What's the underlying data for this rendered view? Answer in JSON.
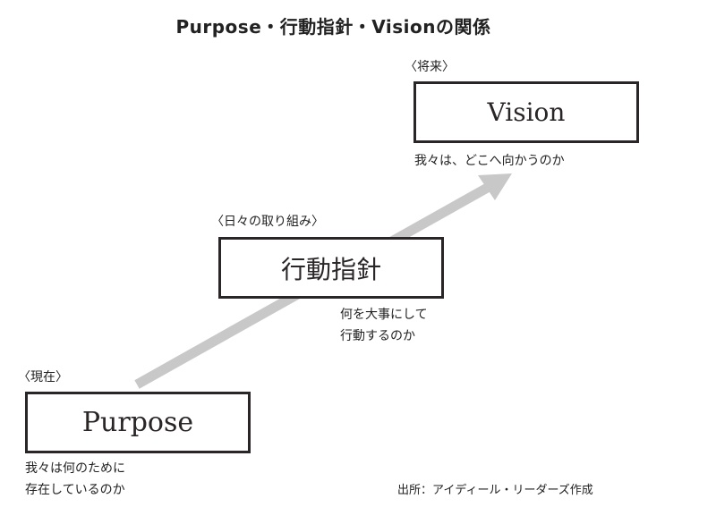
{
  "title": "Purpose・行動指針・Visionの関係",
  "stages": {
    "vision": {
      "tag": "〈将来〉",
      "label": "Vision",
      "description": "我々は、どこへ向かうのか"
    },
    "action": {
      "tag": "〈日々の取り組み〉",
      "label": "行動指針",
      "description_lines": [
        "何を大事にして",
        "行動するのか"
      ]
    },
    "purpose": {
      "tag": "〈現在〉",
      "label": "Purpose",
      "description_lines": [
        "我々は何のために",
        "存在しているのか"
      ]
    }
  },
  "colors": {
    "box_border": "#2a2526",
    "arrow": "#c8c8c8",
    "text": "#222222"
  },
  "source": "出所：アイディール・リーダーズ作成"
}
